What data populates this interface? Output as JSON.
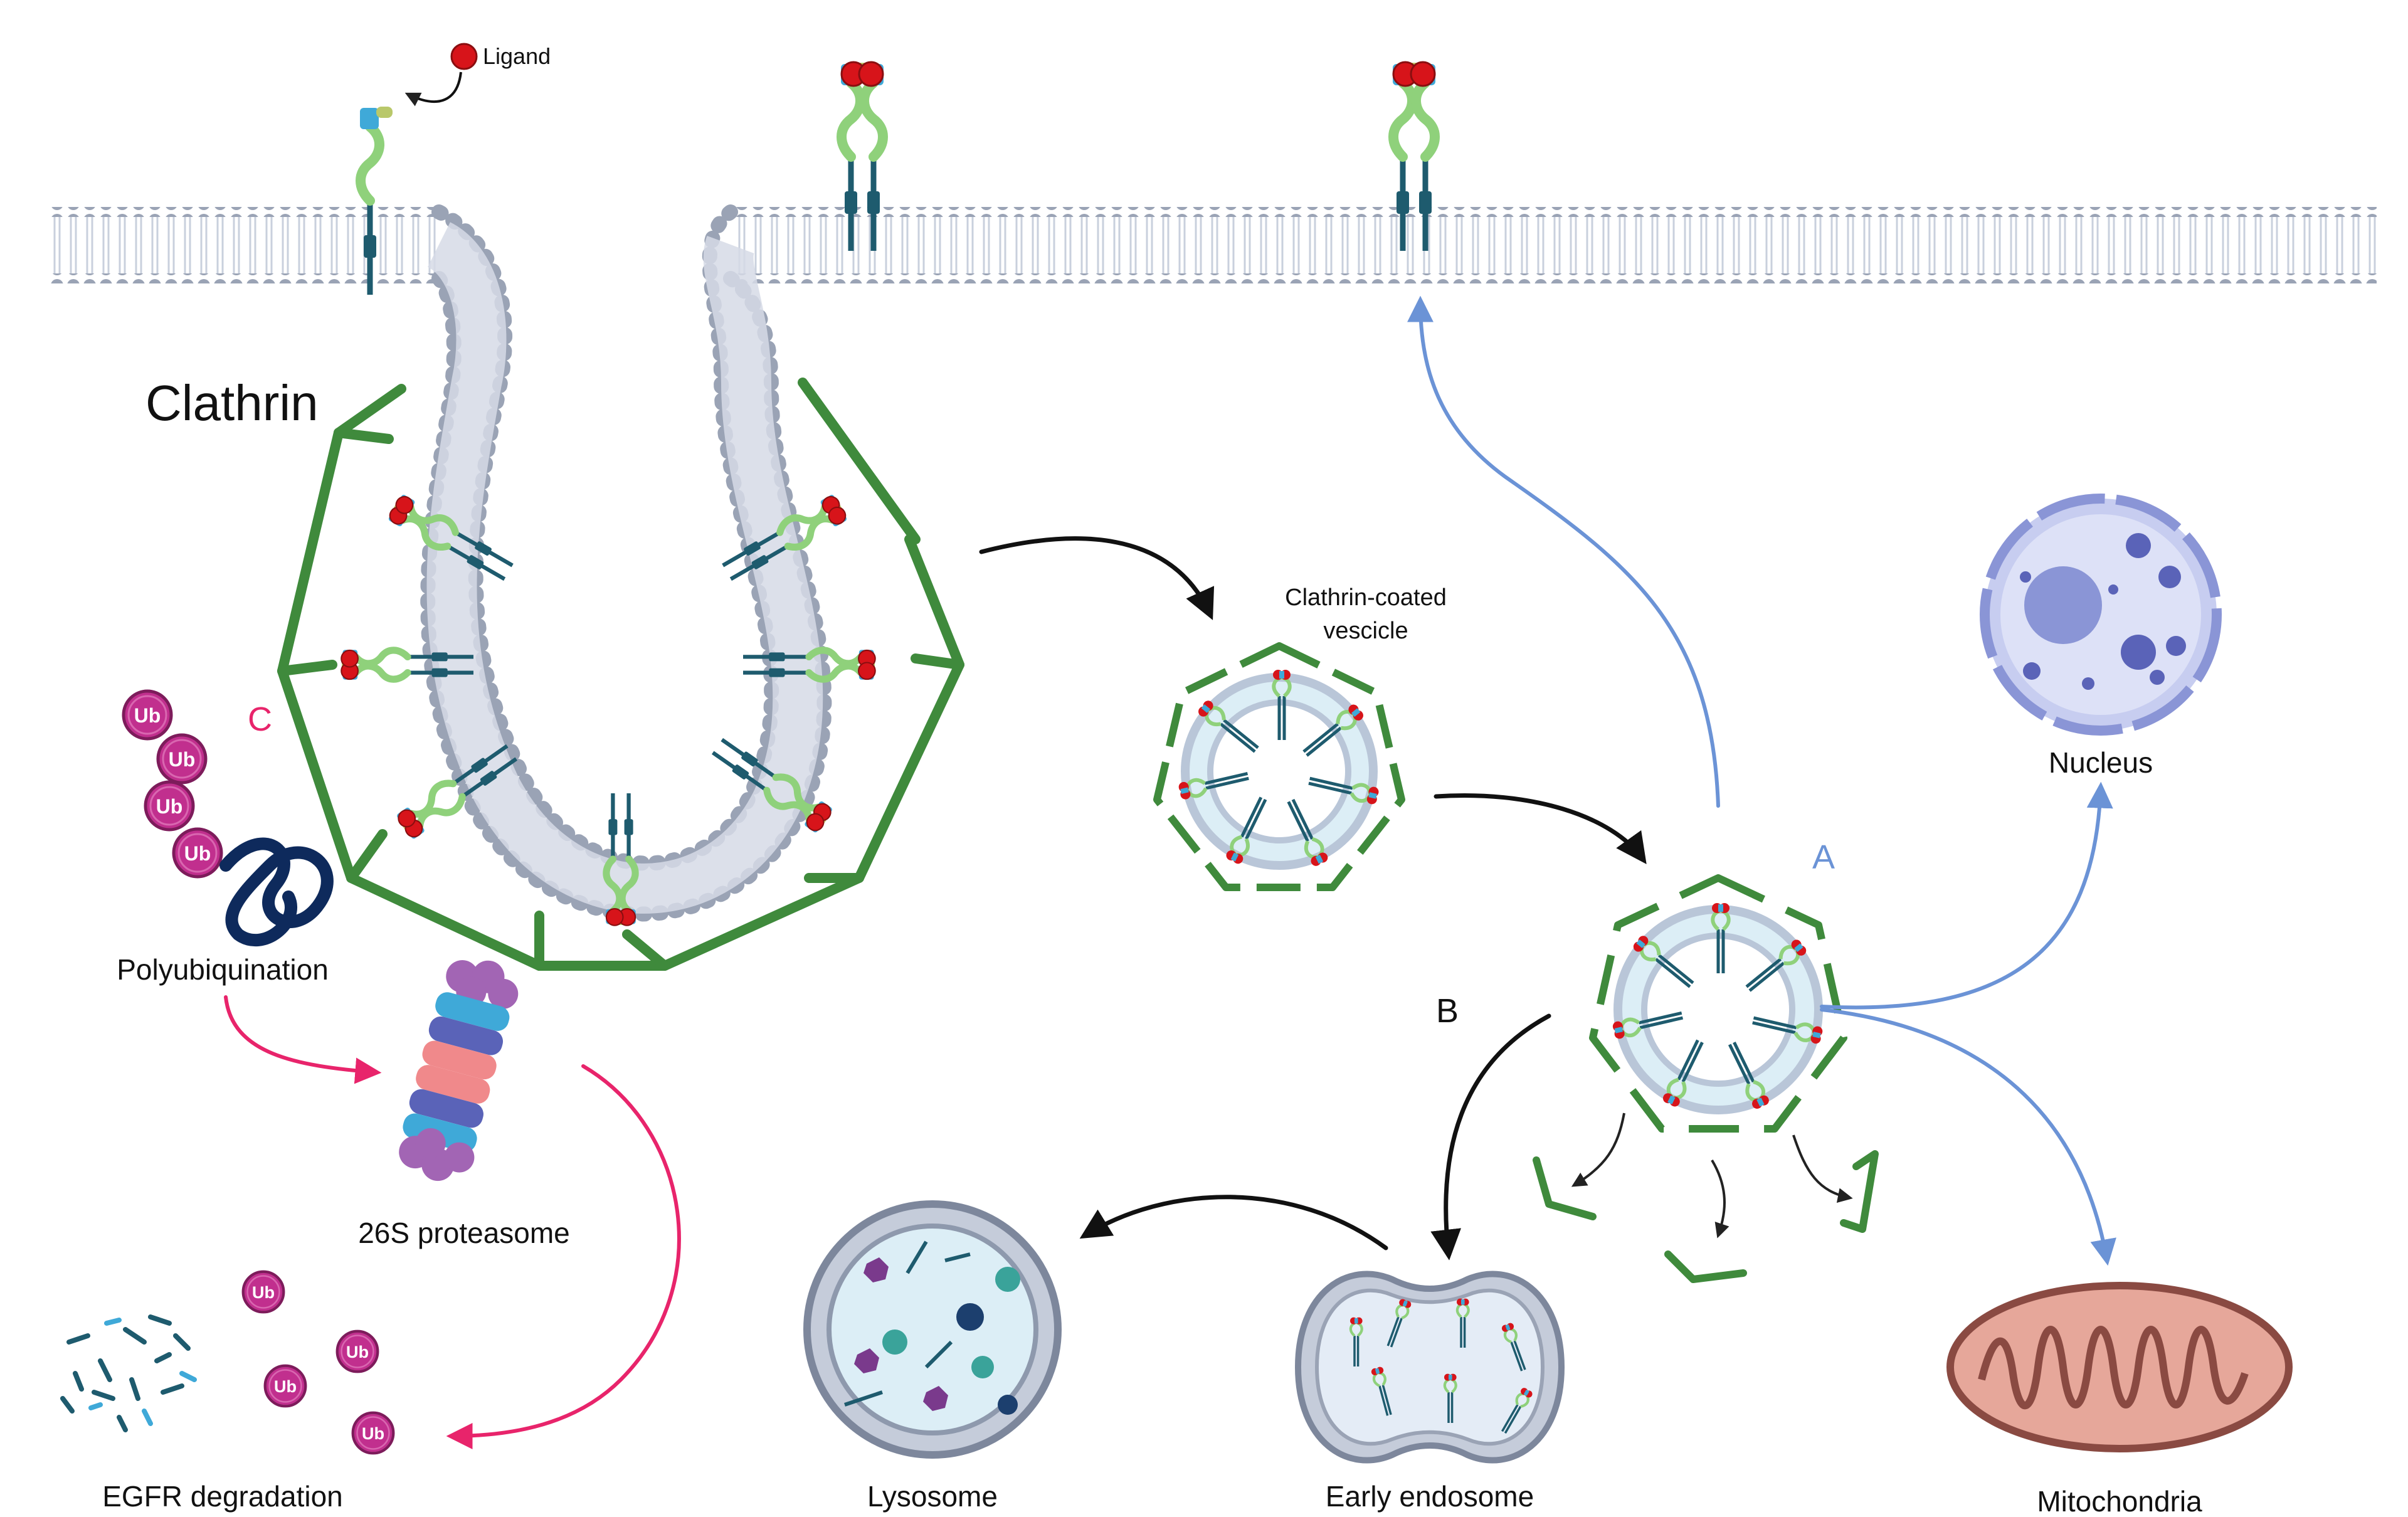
{
  "labels": {
    "ligand": "Ligand",
    "clathrin": "Clathrin",
    "ccv_line1": "Clathrin-coated",
    "ccv_line2": "vescicle",
    "path_a": "A",
    "path_b": "B",
    "path_c": "C",
    "nucleus": "Nucleus",
    "polyubiquination": "Polyubiquination",
    "proteasome": "26S proteasome",
    "egfr_degradation": "EGFR degradation",
    "lysosome": "Lysosome",
    "early_endosome": "Early endosome",
    "mitochondria": "Mitochondria",
    "ub": "Ub"
  },
  "colors": {
    "membrane_head": "#9aa3b5",
    "membrane_tail": "#d6dbe6",
    "clathrin": "#3f8a3c",
    "receptor": "#1e5b6e",
    "receptor_light": "#8fd17b",
    "receptor_blue": "#3fa9d8",
    "ligand": "#d7141a",
    "arrow_black": "#111111",
    "arrow_blue": "#6b93d6",
    "arrow_pink": "#e8246b",
    "path_a_color": "#6b93d6",
    "path_c_color": "#e8246b",
    "ub_fill": "#c12f8e",
    "nucleus_fill": "#c7cdf0",
    "mito_fill": "#e6a79a",
    "lysosome_fill": "#dceef6",
    "endosome_fill": "#e4ecf6"
  },
  "icons": [
    "ligand-dot",
    "receptor-icon",
    "clathrin-triskelion-icon",
    "ubiquitin-icon",
    "proteasome-icon",
    "nucleus-icon",
    "mitochondria-icon",
    "lysosome-icon",
    "endosome-icon"
  ]
}
